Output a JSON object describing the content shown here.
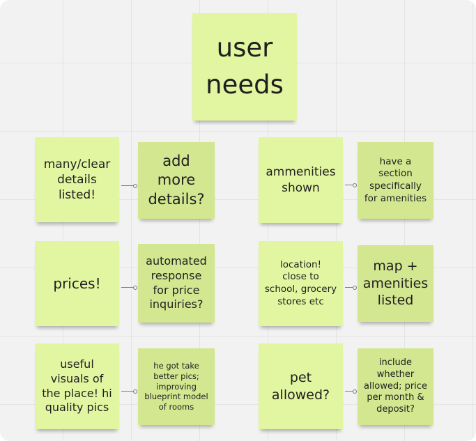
{
  "title_note": {
    "text": "user\nneeds"
  },
  "needs": [
    {
      "need": "many/clear\ndetails\nlisted!",
      "solution": "add\nmore\ndetails?"
    },
    {
      "need": "ammenities\nshown",
      "solution": "have a\nsection\nspecifically\nfor amenities"
    },
    {
      "need": "prices!",
      "solution": "automated\nresponse\nfor price\ninquiries?"
    },
    {
      "need": "location!\nclose to\nschool, grocery\nstores etc",
      "solution": "map +\namenities\nlisted"
    },
    {
      "need": "useful\nvisuals of\nthe place! hi\nquality pics",
      "solution": "he got take\nbetter pics;\nimproving\nblueprint model\nof rooms"
    },
    {
      "need": "pet\nallowed?",
      "solution": "include\nwhether\nallowed; price\nper month &\ndeposit?"
    }
  ],
  "colors": {
    "need_note": "#e2f5a0",
    "solution_note": "#d3e690",
    "board_background": "#f2f2f2"
  }
}
